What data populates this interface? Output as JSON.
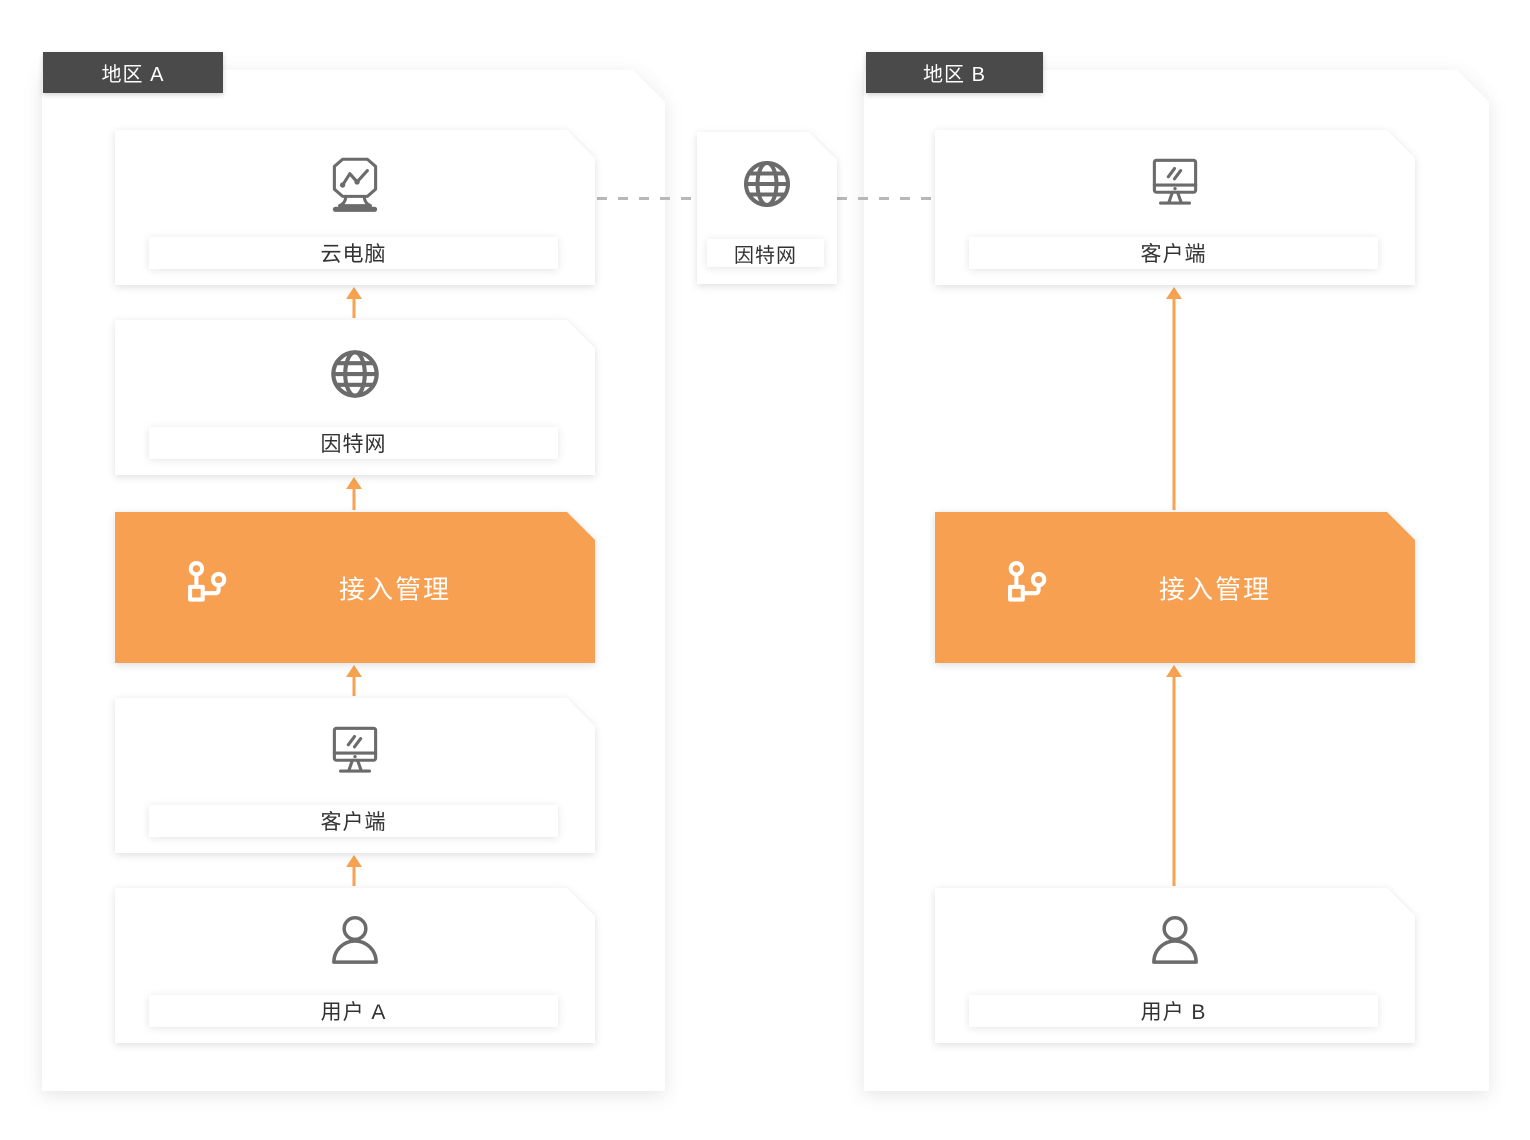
{
  "regions": {
    "a": {
      "label": "地区 A",
      "nodes": {
        "cloud_pc": {
          "label": "云电脑",
          "icon": "monitor-chart-icon"
        },
        "internet": {
          "label": "因特网",
          "icon": "globe-icon"
        },
        "access": {
          "label": "接入管理",
          "icon": "network-branch-icon"
        },
        "client": {
          "label": "客户端",
          "icon": "monitor-icon"
        },
        "user": {
          "label": "用户 A",
          "icon": "user-icon"
        }
      }
    },
    "b": {
      "label": "地区 B",
      "nodes": {
        "client": {
          "label": "客户端",
          "icon": "monitor-icon"
        },
        "access": {
          "label": "接入管理",
          "icon": "network-branch-icon"
        },
        "user": {
          "label": "用户 B",
          "icon": "user-icon"
        }
      }
    }
  },
  "connector": {
    "internet": {
      "label": "因特网",
      "icon": "globe-icon"
    }
  },
  "colors": {
    "accent_orange": "#f7a052",
    "arrow_orange": "#f7a250",
    "tab_background": "#4a4a4a",
    "icon_gray": "#6b6b6b",
    "label_text": "#333333",
    "dash_gray": "#b8b8b8",
    "surface": "#ffffff"
  }
}
